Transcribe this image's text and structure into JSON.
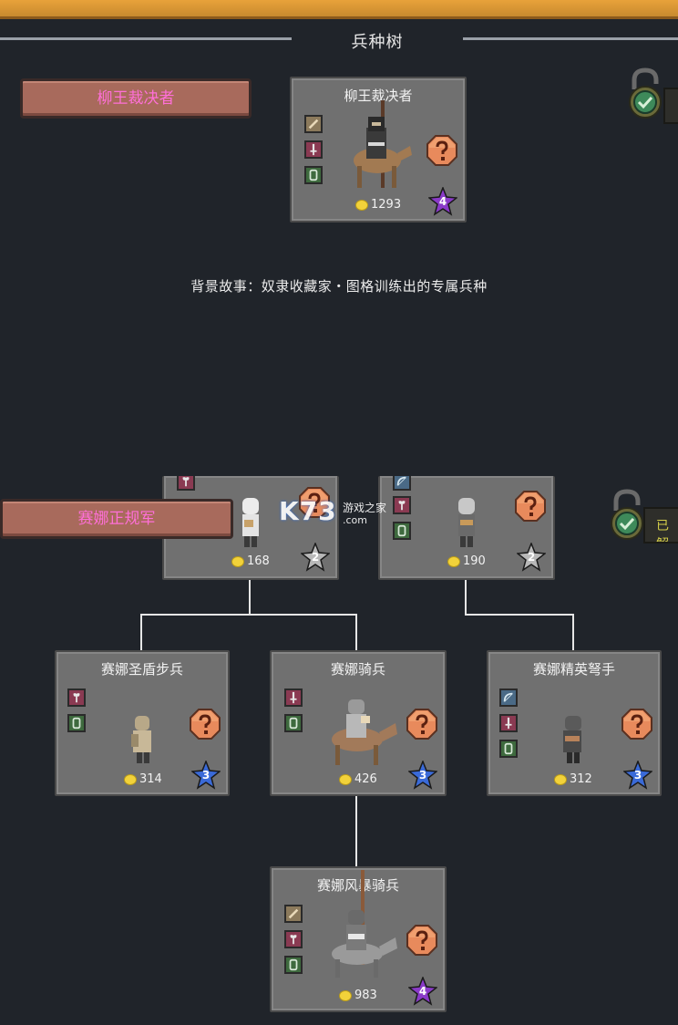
{
  "header": {
    "title": "兵种树"
  },
  "branches": [
    {
      "label": "柳王裁决者"
    },
    {
      "label": "赛娜正规军"
    }
  ],
  "story": "背景故事：奴隶收藏家・图格训练出的专属兵种",
  "lock_status": "已解",
  "watermark": {
    "brand": "K73",
    "name": "游戏之家",
    "domain": ".com"
  },
  "cards": {
    "willow_judge": {
      "name": "柳王裁决者",
      "cost": "1293",
      "tier": "4"
    },
    "regular_a": {
      "cost": "168",
      "tier": "2"
    },
    "regular_b": {
      "cost": "190",
      "tier": "2"
    },
    "shield_infantry": {
      "name": "赛娜圣盾步兵",
      "cost": "314",
      "tier": "3"
    },
    "cavalry": {
      "name": "赛娜骑兵",
      "cost": "426",
      "tier": "3"
    },
    "crossbow": {
      "name": "赛娜精英弩手",
      "cost": "312",
      "tier": "3"
    },
    "storm_cavalry": {
      "name": "赛娜风暴骑兵",
      "cost": "983",
      "tier": "4"
    }
  },
  "colors": {
    "label_text": "#ff6fd8",
    "label_bg": "#a86a5c",
    "tier2": "#b8b8b8",
    "tier3": "#3a6ad8",
    "tier4": "#8a3ac8",
    "question_btn": "#e88a5c"
  },
  "icons": [
    "weapon-icon",
    "axe-icon",
    "sword-icon",
    "shield-icon",
    "bow-icon",
    "question-icon",
    "coin-icon",
    "star-icon",
    "lock-icon"
  ]
}
